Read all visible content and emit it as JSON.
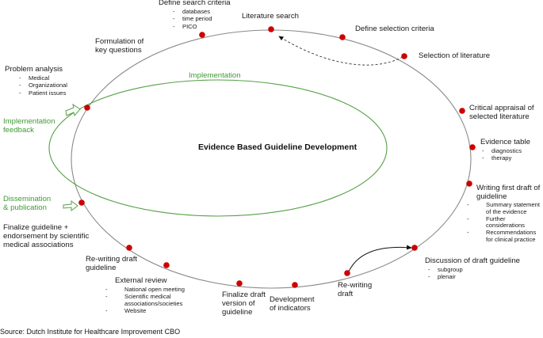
{
  "title": "Evidence Based Guideline Development",
  "implementation_label": "Implementation",
  "source": "Source: Dutch Institute for Healthcare Improvement CBO",
  "colors": {
    "cycle": "#8a8a8a",
    "node": "#cc0000",
    "implementation": "#55a046",
    "arrow": "#333333"
  },
  "steps": {
    "literature_search": {
      "label": "Literature search"
    },
    "define_selection": {
      "label": "Define selection criteria"
    },
    "selection_literature": {
      "label": "Selection of literature"
    },
    "critical_appraisal": {
      "line1": "Critical appraisal of",
      "line2": "selected literature"
    },
    "evidence_table": {
      "label": "Evidence table",
      "items": [
        "diagnostics",
        "therapy"
      ]
    },
    "writing_first_draft": {
      "line1": "Writing first draft of",
      "line2": "guideline",
      "items": [
        "Summary statement of the evidence",
        "Further considerations",
        "Recommendations for clinical practice"
      ]
    },
    "discussion_draft": {
      "label": "Discussion of draft guideline",
      "items": [
        "subgroup",
        "plenair"
      ]
    },
    "rewriting_draft_right": {
      "line1": "Re-writing",
      "line2": "draft"
    },
    "development_indicators": {
      "line1": "Development",
      "line2": "of indicators"
    },
    "finalize_draft": {
      "line1": "Finalize draft",
      "line2": "version of",
      "line3": "guideline"
    },
    "external_review": {
      "label": "External review",
      "items": [
        "National open meeting",
        "Scientific medical associations/societies",
        "Website"
      ]
    },
    "rewriting_draft_left": {
      "line1": "Re-writing draft",
      "line2": "guideline"
    },
    "finalize_guideline": {
      "line1": "Finalize guideline +",
      "line2": "endorsement by scientific",
      "line3": "medical associations"
    },
    "dissemination": {
      "line1": "Dissemination",
      "line2": "& publication"
    },
    "implementation_feedback": {
      "line1": "Implementation",
      "line2": "feedback"
    },
    "problem_analysis": {
      "label": "Problem analysis",
      "items": [
        "Medical",
        "Organizational",
        "Patient issues"
      ]
    },
    "key_questions": {
      "line1": "Formulation of",
      "line2": "key questions"
    },
    "search_criteria": {
      "label": "Define search criteria",
      "items": [
        "databases",
        "time period",
        "PICO"
      ]
    }
  }
}
